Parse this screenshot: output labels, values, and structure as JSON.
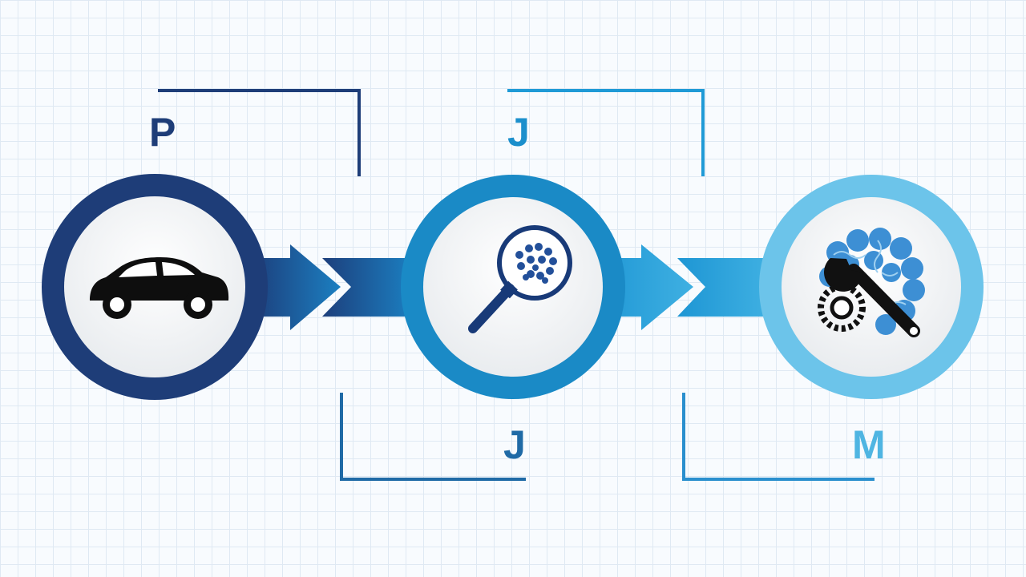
{
  "labels": {
    "step1_top": "P",
    "step2_top": "J",
    "step2_bottom": "J",
    "step3_bottom": "M"
  },
  "icons": {
    "step1": "car-icon",
    "step2": "magnifier-brain-icon",
    "step3": "brain-wrench-gear-icon"
  },
  "colors": {
    "step1": "#1e3d78",
    "step2": "#1a8ac6",
    "step3": "#6cc4ea",
    "connector1": "#1e7fc0",
    "connector2": "#26a2dc",
    "background": "#f8fbfe",
    "grid": "#dfe9f3"
  }
}
